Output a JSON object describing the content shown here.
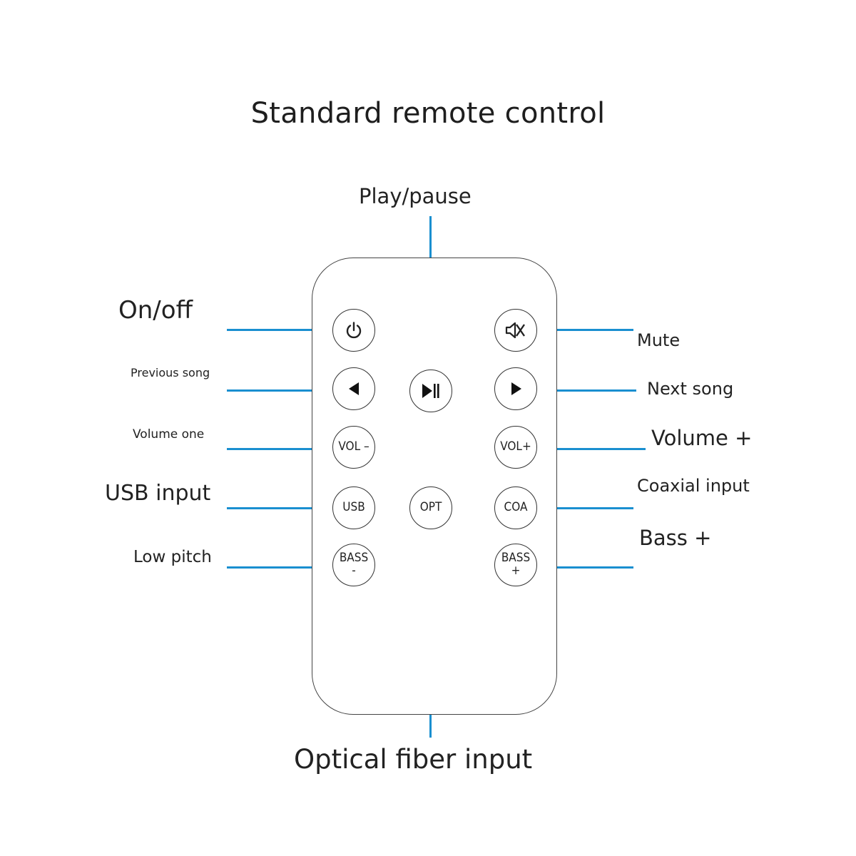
{
  "title": "Standard remote control",
  "accent_color": "#1a8fd0",
  "labels": {
    "play_pause": "Play/pause",
    "on_off": "On/off",
    "previous_song": "Previous song",
    "volume_minus": "Volume one",
    "usb_input": "USB input",
    "low_pitch": "Low pitch",
    "mute": "Mute",
    "next_song": "Next song",
    "volume_plus": "Volume +",
    "coaxial_input": "Coaxial input",
    "bass_plus": "Bass +",
    "optical_fiber_input": "Optical fiber input"
  },
  "buttons": {
    "power": {
      "icon": "power-icon"
    },
    "mute": {
      "icon": "mute-icon"
    },
    "previous": {
      "icon": "previous-icon"
    },
    "play_pause": {
      "icon": "play-pause-icon"
    },
    "next": {
      "icon": "next-icon"
    },
    "vol_minus": "VOL –",
    "vol_plus": "VOL+",
    "usb": "USB",
    "opt": "OPT",
    "coa": "COA",
    "bass_minus_top": "BASS",
    "bass_minus_bottom": "-",
    "bass_plus_top": "BASS",
    "bass_plus_bottom": "+"
  }
}
